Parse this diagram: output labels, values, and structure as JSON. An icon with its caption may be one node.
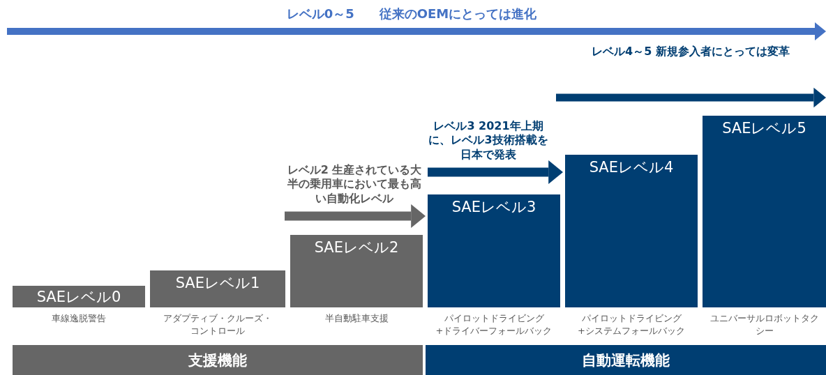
{
  "diagram": {
    "nodes": [
      {
        "text": [
          "SAEレベル0"
        ],
        "beside": [
          "車線逸脱警告"
        ]
      },
      {
        "text": [
          "SAEレベル1"
        ],
        "beside": [
          "アダプティブ・クルーズ・コントロール"
        ]
      },
      {
        "text": [
          "SAEレベル2"
        ],
        "beside": [
          "半自動駐車支援"
        ]
      },
      {
        "text": [
          "SAEレベル3"
        ],
        "beside": [
          "パイロットドライビング +ドライバーフォールバック"
        ]
      },
      {
        "text": [
          "SAEレベル4"
        ],
        "beside": [
          "パイロットドライビング +システムフォールバック"
        ]
      },
      {
        "text": [
          "SAEレベル5"
        ],
        "beside": [
          "ユニバーサルロボットタクシー"
        ]
      },
      {
        "text": [
          "支援機能"
        ]
      },
      {
        "text": [
          "自動運転機能"
        ]
      }
    ],
    "edges": [
      {
        "from": null,
        "to": 3,
        "arrow": "to",
        "label": "レベル2 生産されている大半の乗用車において最も高い自動化レベル"
      },
      {
        "from": null,
        "to": 4,
        "arrow": "to",
        "label": "レベル3 2021年上期に、レベル3技術搭載を日本で発表",
        "color": "#003e72"
      }
    ],
    "labels": [
      "レベル0～5　　従来のOEMにとっては進化",
      "レベル4～5 新規参入者にとっては変革"
    ]
  }
}
